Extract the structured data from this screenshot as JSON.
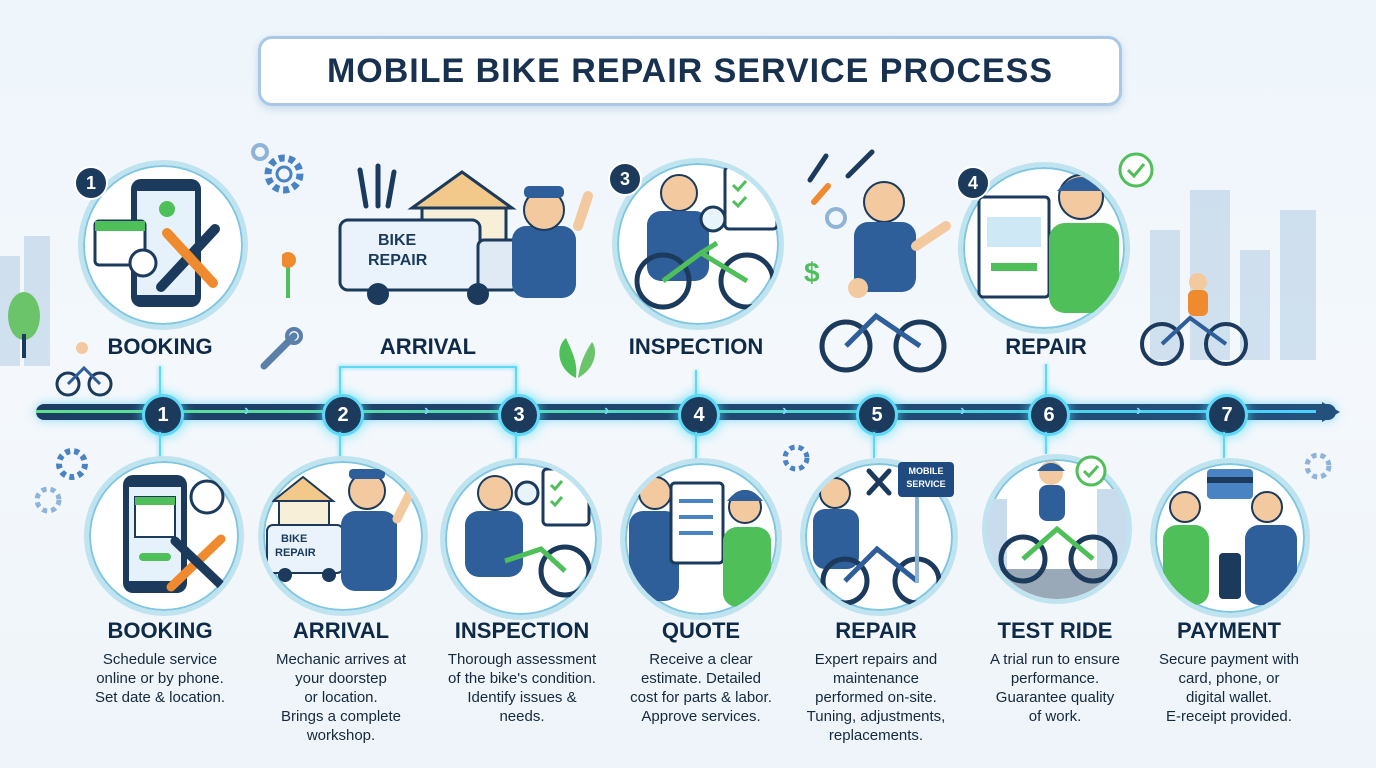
{
  "title": "MOBILE BIKE REPAIR SERVICE PROCESS",
  "top_steps": [
    {
      "badge": "1",
      "label": "BOOKING"
    },
    {
      "badge": "",
      "label": "ARRIVAL"
    },
    {
      "badge": "3",
      "label": "INSPECTION"
    },
    {
      "badge": "4",
      "label": "REPAIR"
    }
  ],
  "timeline_nodes": [
    "1",
    "2",
    "3",
    "4",
    "5",
    "6",
    "7"
  ],
  "bottom_steps": [
    {
      "label": "BOOKING",
      "desc": "Schedule service\nonline or by phone.\nSet date & location."
    },
    {
      "label": "ARRIVAL",
      "desc": "Mechanic arrives at\nyour doorstep\nor location.\nBrings a complete\nworkshop."
    },
    {
      "label": "INSPECTION",
      "desc": "Thorough assessment\nof the bike's condition.\nIdentify issues &\nneeds."
    },
    {
      "label": "QUOTE",
      "desc": "Receive a clear\nestimate. Detailed\ncost for parts & labor.\nApprove services."
    },
    {
      "label": "REPAIR",
      "desc": "Expert repairs and\nmaintenance\nperformed on-site.\nTuning, adjustments,\nreplacements."
    },
    {
      "label": "TEST RIDE",
      "desc": "A trial run to ensure\nperformance.\nGuarantee quality\nof work."
    },
    {
      "label": "PAYMENT",
      "desc": "Secure payment with\ncard, phone, or\ndigital wallet.\nE-receipt provided."
    }
  ],
  "van_text": {
    "line1": "BIKE",
    "line2": "REPAIR"
  },
  "sign_text": {
    "line1": "MOBILE",
    "line2": "SERVICE"
  },
  "colors": {
    "navy": "#1b3a5c",
    "accent": "#5fd8f7",
    "green": "#4fbf5a",
    "orange": "#f08a2e"
  }
}
